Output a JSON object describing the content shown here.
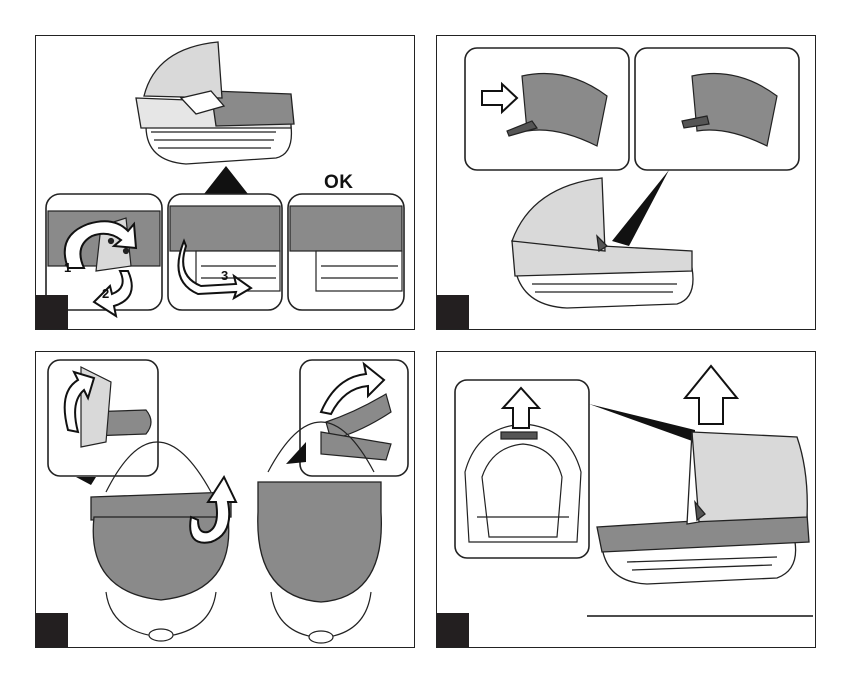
{
  "panels": [
    {
      "id": "panel-1",
      "callouts": [
        "1",
        "2",
        "3"
      ],
      "ok_label": "OK"
    },
    {
      "id": "panel-2"
    },
    {
      "id": "panel-3"
    },
    {
      "id": "panel-4"
    }
  ],
  "colors": {
    "outline": "#222222",
    "fabric_light": "#d9d9d9",
    "fabric_dark": "#8a8a8a",
    "step_box": "#231f20"
  },
  "icons": [
    "rotate-arrow-icon",
    "push-arrow-icon",
    "lift-arrow-icon",
    "up-arrow-icon"
  ]
}
